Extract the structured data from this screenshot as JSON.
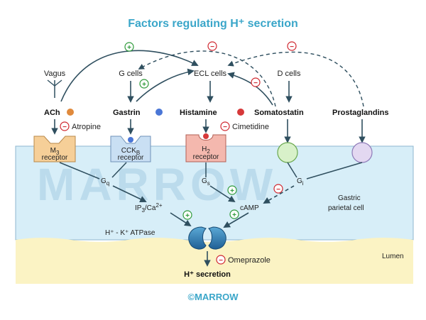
{
  "title": "Factors regulating H⁺ secretion",
  "sources": {
    "vagus": "Vagus",
    "g_cells": "G cells",
    "ecl_cells": "ECL cells",
    "d_cells": "D cells"
  },
  "mediators": {
    "ach": "ACh",
    "gastrin": "Gastrin",
    "histamine": "Histamine",
    "somatostatin": "Somatostatin",
    "prostaglandins": "Prostaglandins"
  },
  "receptors": {
    "m3": "M",
    "m3_sub": "3",
    "m3_word": "receptor",
    "cck": "CCK",
    "cck_sub": "B",
    "cck_word": "receptor",
    "h2": "H",
    "h2_sub": "2",
    "h2_word": "receptor"
  },
  "drugs": {
    "atropine": "Atropine",
    "cimetidine": "Cimetidine",
    "omeprazole": "Omeprazole"
  },
  "pathway": {
    "gq": "G",
    "gq_sub": "q",
    "gs": "G",
    "gs_sub": "s",
    "gi": "G",
    "gi_sub": "i",
    "ip3": "IP",
    "ip3_sub": "3",
    "ip3_rest": "/Ca",
    "ip3_sup": "2+",
    "camp": "cAMP",
    "pump": "H⁺ - K⁺ ATPase"
  },
  "cell_label_1": "Gastric",
  "cell_label_2": "parietal cell",
  "lumen": "Lumen",
  "output": "H⁺ secretion",
  "watermark": "MARROW",
  "copyright": "©MARROW",
  "signs": {
    "plus": "+",
    "minus": "−"
  },
  "colors": {
    "title": "#3aa6c9",
    "cell": "#d7eef8",
    "lumen": "#fbf3c4",
    "plus": "#2e9a3a",
    "minus": "#d0272f",
    "ach_dot": "#e08a3c",
    "gastrin_dot": "#4a76d6",
    "histamine_dot": "#d6393a"
  }
}
